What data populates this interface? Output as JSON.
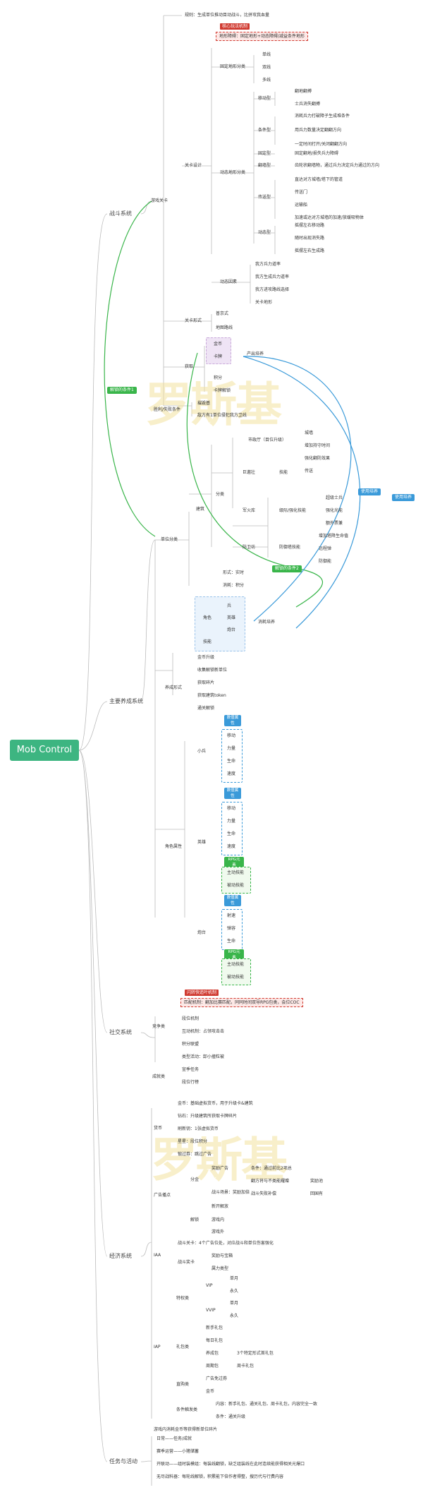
{
  "root": "Mob Control",
  "branches": {
    "battle": "战斗系统",
    "growth": "主要养成系统",
    "social": "社交系统",
    "economy": "经济系统",
    "task": "任务与活动"
  },
  "battle": {
    "level": "游戏关卡",
    "rule": "规则：生成单位推动目动战斗，比拼攻我血量",
    "core": "核心玩法机制",
    "core_desc": "地形障碍：固定地形+动态障碍/减益条件地形",
    "design": "关卡设计",
    "fixed_cat": "固定地形分类",
    "fixed_items": [
      "单线",
      "双线",
      "多线"
    ],
    "dynamic_cat": "动态地形分类",
    "move_type": "移动型",
    "move_items": [
      "翻地翻搏",
      "士兵消失翻搏"
    ],
    "cond_type": "条件型",
    "cond_items": [
      "消耗兵力打破障子生成堆条件",
      "用兵力数量决定翻翻方向",
      "一定时间打开/关闭翻翻方向"
    ],
    "fixed_type": "固定型",
    "fixed_type_item": "固定翻地/损失兵力障碍",
    "flip_type": "翻墙型",
    "flip_type_item": "齿轮状翻墙物，通过兵力决定兵力通过的方向",
    "transfer_type": "传送型",
    "transfer_items": [
      "直达对方城墙/塔下的管道",
      "传送门",
      "运输船",
      "加速或达对方城墙的加速/放缓吸物体"
    ],
    "moving_type": "动态型",
    "moving_items": [
      "摇摆左右移动路",
      "随时出现消失路",
      "摇摆左右生成路"
    ],
    "dyn_factor": "动态因素",
    "dyn_factor_items": [
      "我方兵力道率",
      "我方生成兵力道率",
      "我方进攻路线选择",
      "关卡地形"
    ],
    "form": "关卡形式",
    "form_items": [
      "普京式",
      "地图路线"
    ],
    "reward": "获取",
    "reward_items": [
      "金币",
      "卡牌",
      "积分"
    ],
    "reward_unlock": "卡牌解锁",
    "produce": "产出培养",
    "winlose": "胜利/失败条件",
    "winlose_items": [
      "摧毁基",
      "敌方有1单位侵犯我方卫线"
    ],
    "unlock_cond": "解锁的条件1"
  },
  "growth": {
    "unit_cat": "单位分类",
    "building": "建筑",
    "classify": "分类",
    "camp": "巨邀壮",
    "camp_skill": "技能",
    "camp_items": [
      "市政厅（目位升级）",
      "城墙",
      "增加持守时间",
      "强化翻防效果",
      "传送"
    ],
    "barracks": "军火库",
    "barracks_skill": "级际/强化技能",
    "barracks_items": [
      "超级士兵",
      "强化光能",
      "额外票兼"
    ],
    "defense": "防卫坊",
    "defense_skill": "防御塔技能",
    "defense_items": [
      "增加塔降生命值",
      "远程弹",
      "防御能"
    ],
    "forms": [
      "形式：实时",
      "消耗：积分"
    ],
    "unlock2": "解锁的条件2",
    "use_cultivate_1": "使用培养",
    "use_cultivate_2": "使用培养",
    "role": "角色",
    "role_sub": [
      "兵",
      "英雄",
      "炮台"
    ],
    "skill": "技能",
    "consume": "消耗培养",
    "forms_label": "养成形式",
    "forms_items": [
      "金币升级",
      "收集解锁新单位",
      "获取碎片",
      "获取建筑token",
      "通关解锁"
    ],
    "role_attr": "角色属性",
    "small": "小兵",
    "hero": "英雄",
    "turret": "炮台",
    "base_attr": "数值属性",
    "small_attrs": [
      "移动",
      "力量",
      "生命",
      "速度"
    ],
    "hero_attrs": [
      "移动",
      "力量",
      "生命",
      "速度"
    ],
    "rpg": "RPG元素",
    "rpg_skills": [
      "主动技能",
      "被动技能"
    ],
    "turret_attrs": [
      "射速",
      "弹容",
      "生命"
    ],
    "turret_skills": [
      "主动技能",
      "被动技能"
    ]
  },
  "social": {
    "core": "闪转快追叶机制",
    "core_desc": "匹配机制：翻加比赛匹配，同同时间双导RPG包类，会位COC",
    "ranking": "竞争类",
    "ranking_items": [
      "段位机制",
      "互动机制：占领攻击击",
      "积分联盟",
      "类型活动：卸小撞粒被"
    ],
    "growth": "成就类",
    "growth_items": [
      "宣季任务",
      "段位行榜"
    ]
  },
  "economy": {
    "currency": "货币",
    "currency_items": [
      "金币：基础虚拟货币，用于升级卡&建筑",
      "钻石：升级建筑所获取卡牌碎片",
      "刷新钥：1张虚拟货币",
      "星星：段位积分",
      "锻过券：跳过广告"
    ],
    "ad": "广告播点",
    "ad_rows": [
      "分金",
      "奖励广告",
      "条件：通过前比2项总",
      "翻方将与不类能耀赠",
      "奖励池",
      "战斗场景：奖励加倍",
      "战斗失败补偿",
      "回国有",
      "新开解放",
      "解锁",
      "游戏内",
      "游戏外"
    ],
    "iaa": "IAA",
    "iaa_items": [
      "战斗关卡：4个广告位处，对应战斗和单位伤害强化",
      "战斗奖卡",
      "奖励与宝箱",
      "属力类型"
    ],
    "iap": "IAP",
    "privilege": "特权类",
    "vip": "VIP",
    "vip_items": [
      "单月",
      "永久"
    ],
    "vvip": "VVIP",
    "vvip_items": [
      "单月",
      "永久"
    ],
    "gift": "礼包类",
    "gift_items": [
      "新手礼包",
      "每日礼包",
      "养成包",
      "3个特定形式首礼包",
      "周期包",
      "周卡礼包"
    ],
    "currency_pack": "直购类",
    "currency_pack_items": [
      "广告免过券",
      "金币"
    ],
    "trigger": "条件触发类",
    "trigger_items": [
      "内容：新手礼包、通关礼包、周卡礼包，内容完全一致",
      "条件：通关升级"
    ],
    "total": "游戏内消耗金币等获得新单位碎片"
  },
  "task": {
    "items": [
      "日常——任务/成就",
      "赛季运营——小猪储蓄",
      "开联动——组时装模组：每装线翻锁，缺乏组装线在此时连续能获得相关光爆口",
      "无尽战料器：每轮线解锁，积累能下倍作者得整，搜历代与行费内容"
    ]
  },
  "watermark": "罗斯基",
  "colors": {
    "root": "#3db581",
    "green": "#39b54a",
    "blue": "#3a9ad9",
    "red": "#d03a30",
    "line": "#b9b9b9"
  }
}
